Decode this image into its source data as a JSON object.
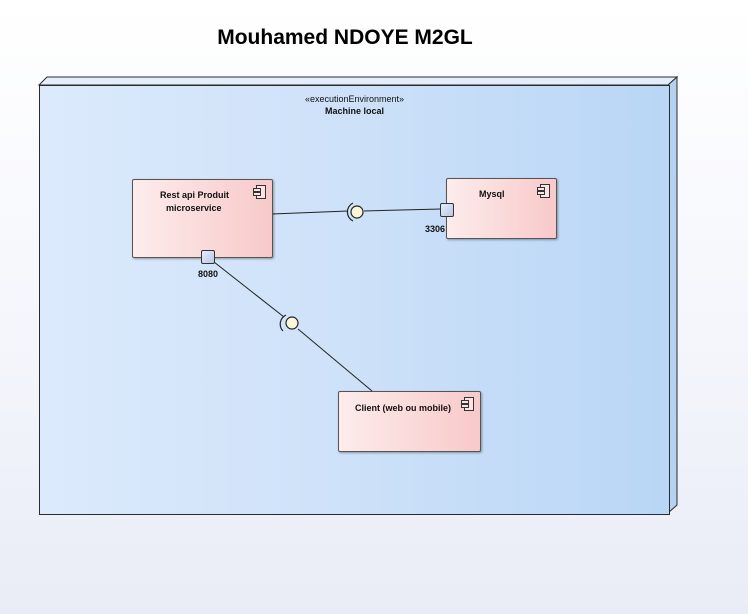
{
  "title": "Mouhamed NDOYE M2GL",
  "node": {
    "stereotype": "«executionEnvironment»",
    "name": "Machine local"
  },
  "components": {
    "rest_api": {
      "label_line1": "Rest api Produit",
      "label_line2": "microservice",
      "port": "8080"
    },
    "mysql": {
      "label": "Mysql",
      "port": "3306"
    },
    "client": {
      "label": "Client (web ou mobile)"
    }
  },
  "icons": [
    "component-icon",
    "port-icon",
    "provided-interface-icon",
    "required-interface-icon"
  ]
}
